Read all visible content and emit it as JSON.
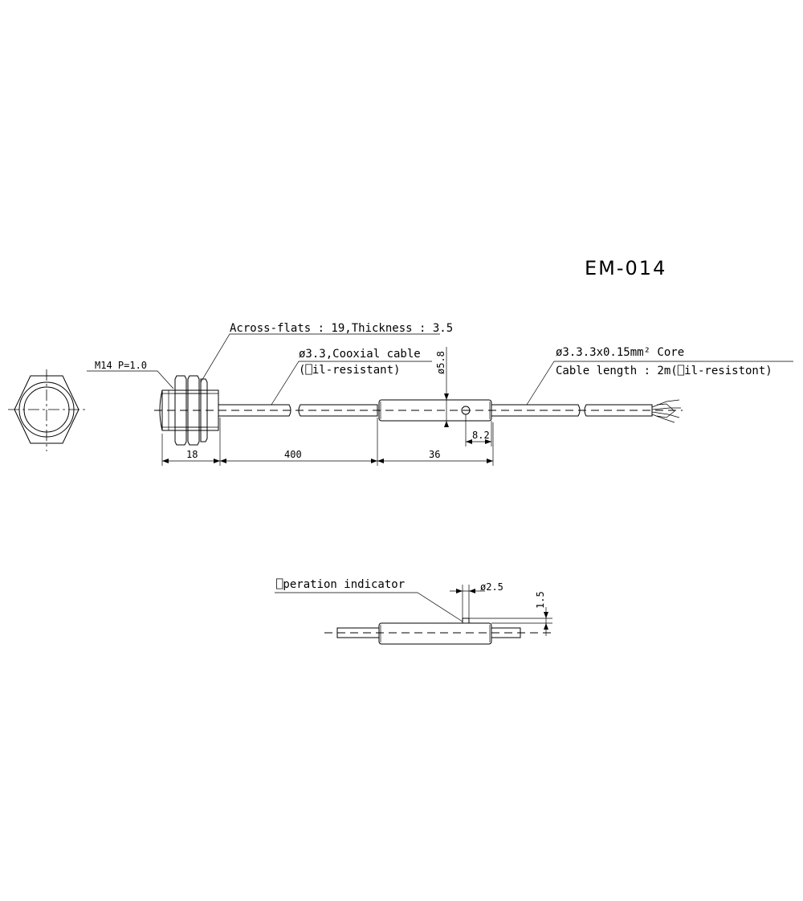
{
  "drawing": {
    "title": "EM-014"
  },
  "labels": {
    "thread": "M14 P=1.0",
    "across_flats": "Across-flats : 19,Thickness : 3.5",
    "coax_line1": "ø3.3,Cooxial cable",
    "coax_line2": "(⎕il-resistant)",
    "core_line1": "ø3.3.3x0.15mm² Core",
    "core_line2": "Cable length : 2m(⎕il-resistont)",
    "indicator": "⎕peration indicator"
  },
  "dimensions": {
    "d18": "18",
    "d400": "400",
    "d36": "36",
    "d8_2": "8.2",
    "d5_8": "ø5.8",
    "d2_5": "ø2.5",
    "d1_5": "1.5"
  }
}
